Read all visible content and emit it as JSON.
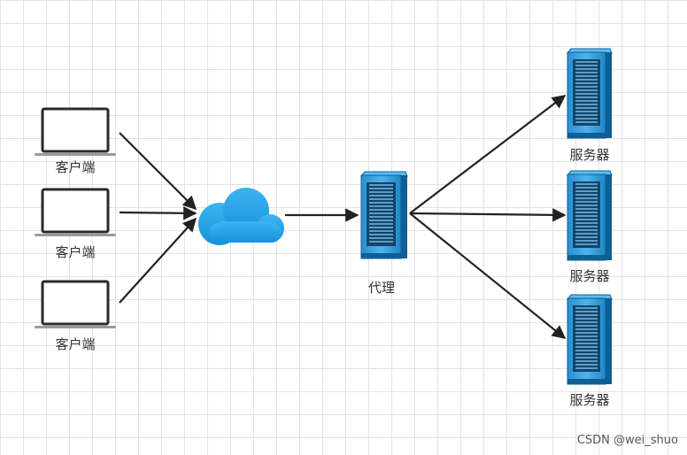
{
  "diagram": {
    "clients": [
      {
        "label": "客户端",
        "icon": "laptop-icon"
      },
      {
        "label": "客户端",
        "icon": "laptop-icon"
      },
      {
        "label": "客户端",
        "icon": "laptop-icon"
      }
    ],
    "network": {
      "icon": "cloud-icon",
      "color": "#1e9ee6"
    },
    "proxy": {
      "label": "代理",
      "icon": "server-icon"
    },
    "servers": [
      {
        "label": "服务器",
        "icon": "server-icon"
      },
      {
        "label": "服务器",
        "icon": "server-icon"
      },
      {
        "label": "服务器",
        "icon": "server-icon"
      }
    ],
    "edges": [
      {
        "from": "client-1",
        "to": "network"
      },
      {
        "from": "client-2",
        "to": "network"
      },
      {
        "from": "client-3",
        "to": "network"
      },
      {
        "from": "network",
        "to": "proxy"
      },
      {
        "from": "proxy",
        "to": "server-1"
      },
      {
        "from": "proxy",
        "to": "server-2"
      },
      {
        "from": "proxy",
        "to": "server-3"
      }
    ]
  },
  "watermark": "CSDN @wei_shuo",
  "colors": {
    "server_dark": "#0e5f93",
    "server_mid": "#1f86c6",
    "server_light": "#4fb3ea",
    "arrow": "#222222",
    "grid": "#e3e3e3"
  }
}
